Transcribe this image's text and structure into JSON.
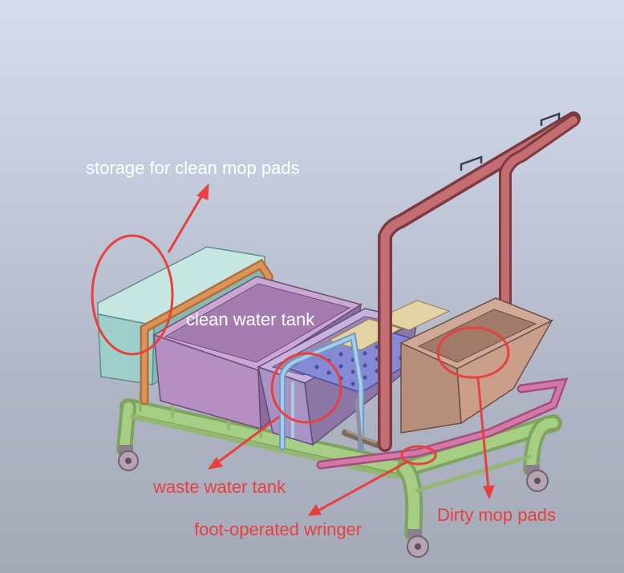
{
  "labels": {
    "storage": "storage for clean mop pads",
    "clean_tank": "clean water tank",
    "waste_tank": "waste water tank",
    "wringer": "foot-operated wringer",
    "dirty_pads": "Dirty mop pads"
  },
  "colors": {
    "annotation_red": "#e8403f",
    "label_white": "#ffffff",
    "frame_green": "#9dc27a",
    "handle_red": "#b86468",
    "storage_teal": "#9fcfcb",
    "clean_tank_purple": "#a47cb0",
    "waste_tank_purple": "#9c84b4",
    "dirty_bin_brown": "#b88f7d",
    "wringer_pink": "#c46a9a"
  }
}
